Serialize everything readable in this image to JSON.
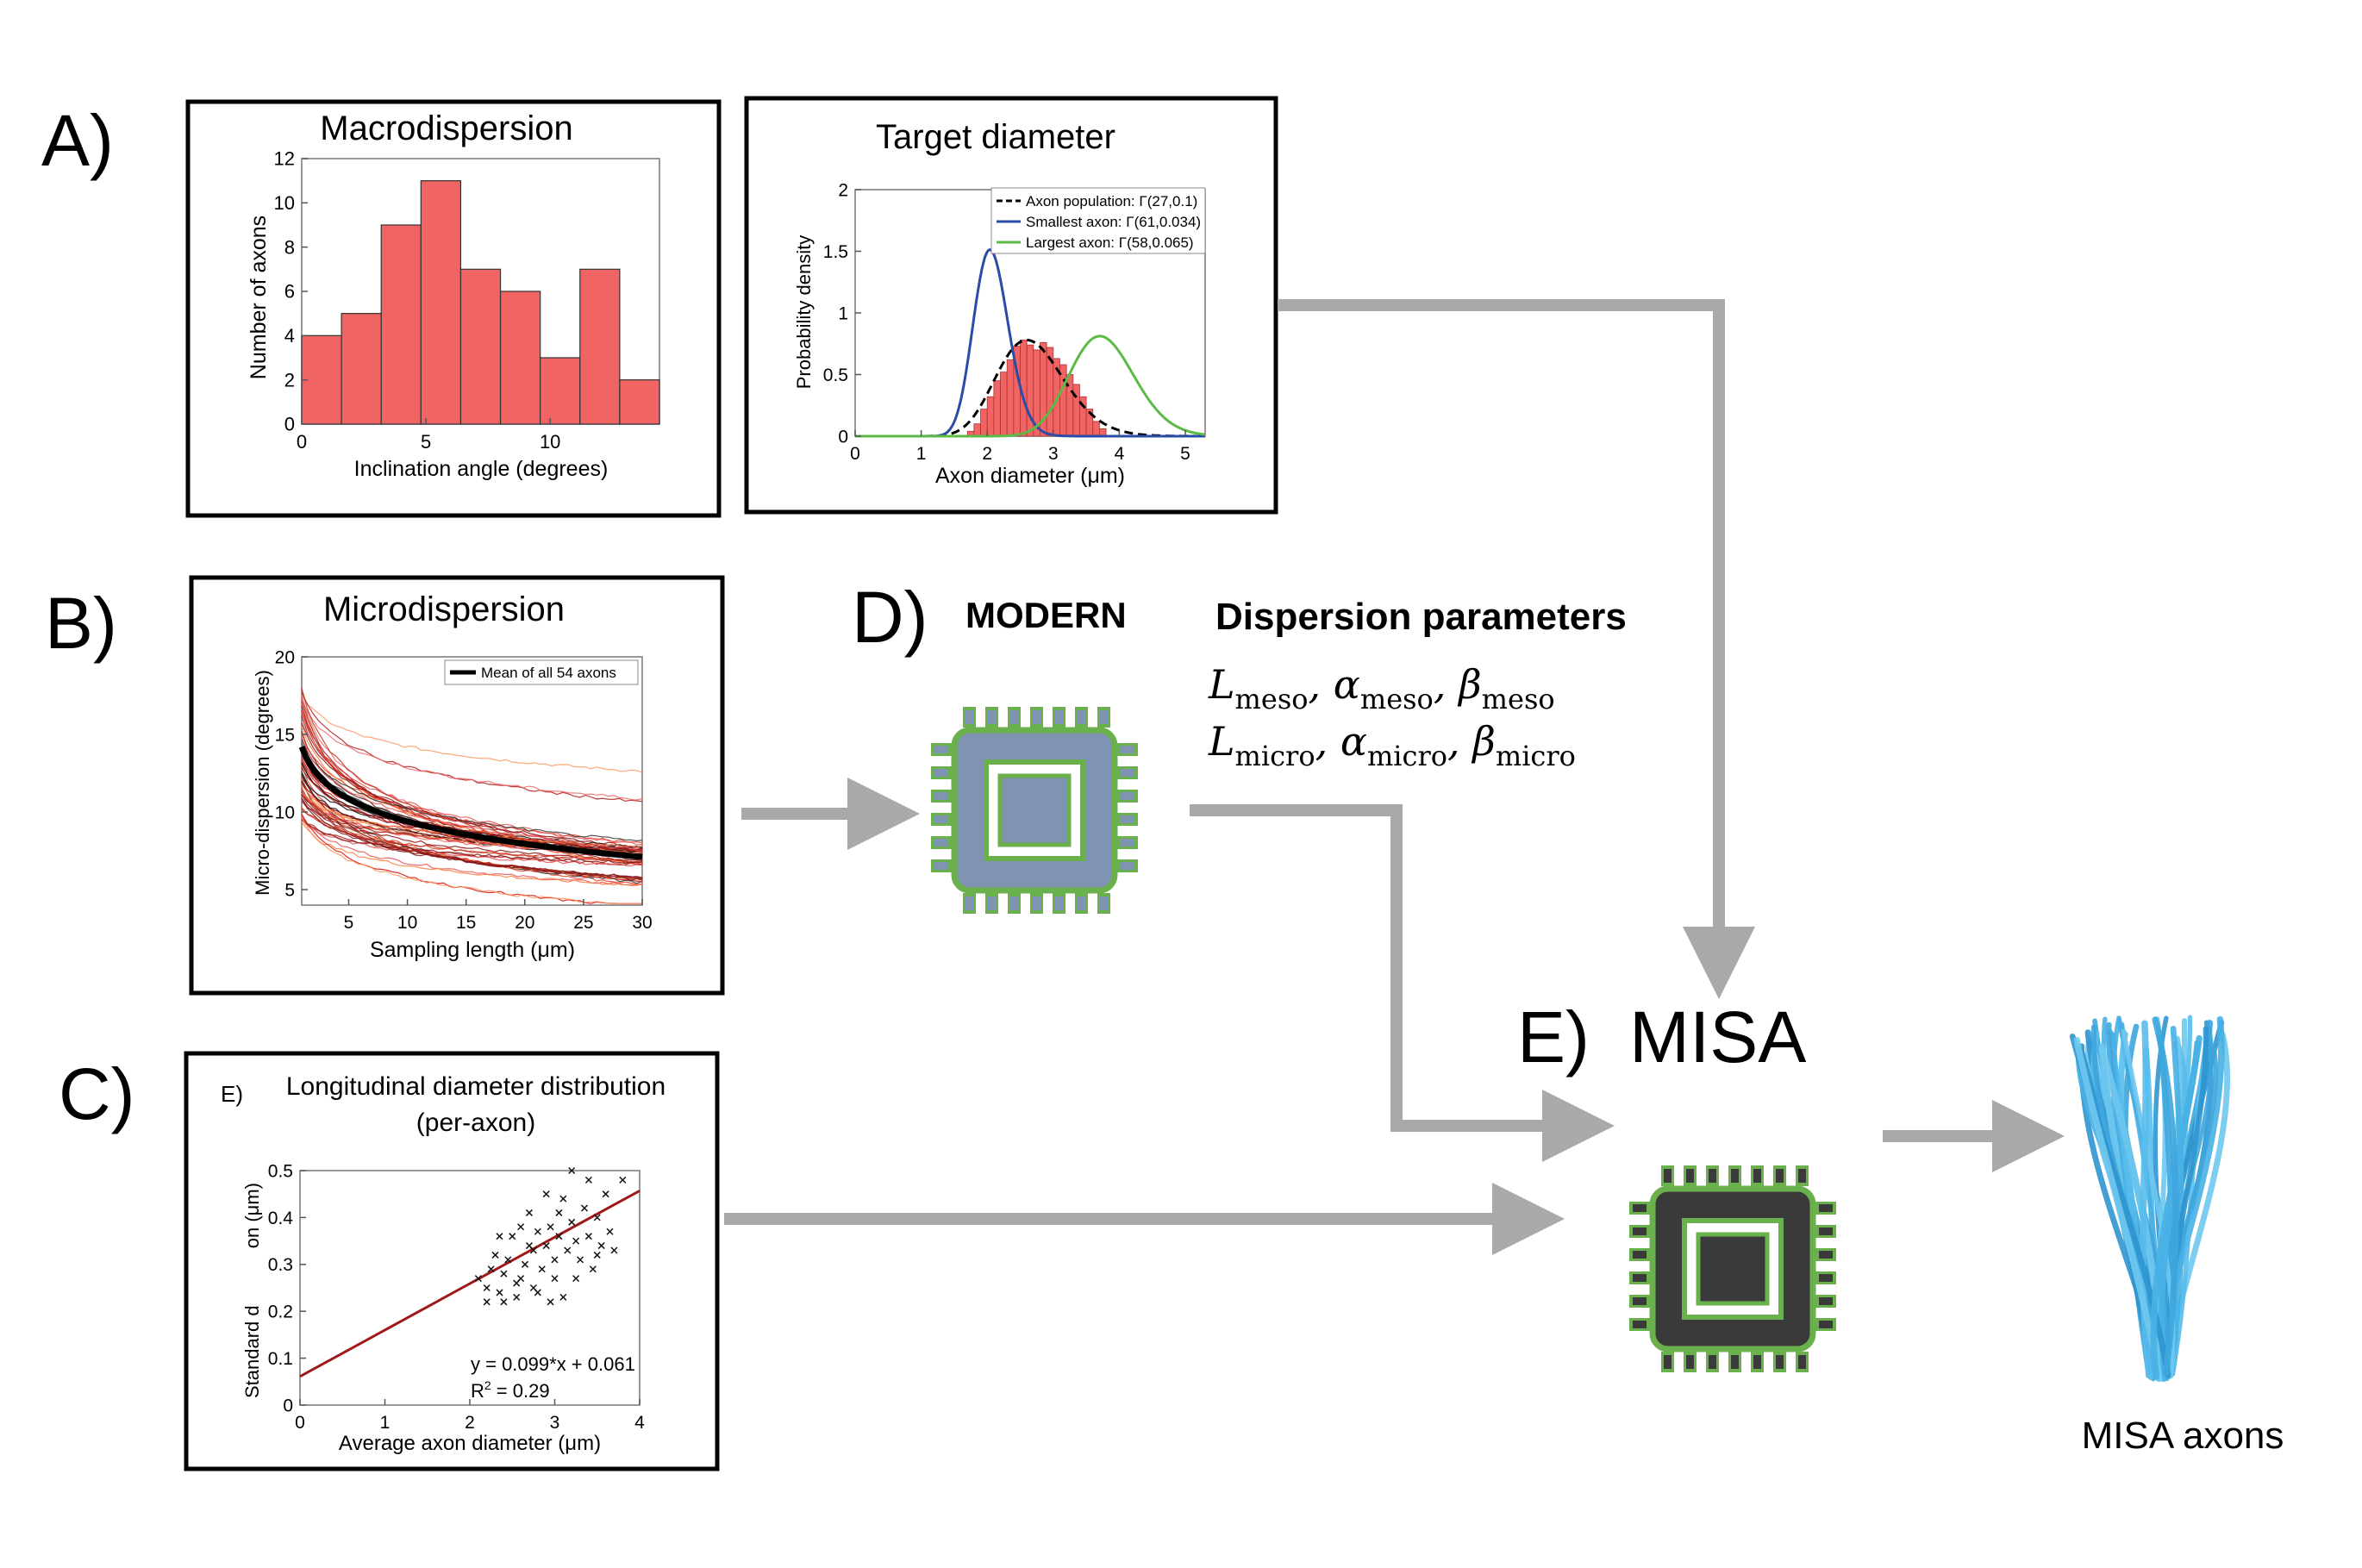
{
  "labels": {
    "A": "A)",
    "B": "B)",
    "C": "C)",
    "D": "D)",
    "E": "E)",
    "modern": "MODERN",
    "misa": "MISA",
    "dispersion_title": "Dispersion parameters",
    "misa_axons": "MISA axons",
    "c_sublabel": "E)"
  },
  "dispersion_params": {
    "line1": {
      "L": "L",
      "Lsub": "meso",
      "a": "α",
      "asub": "meso",
      "b": "β",
      "bsub": "meso"
    },
    "line2": {
      "L": "L",
      "Lsub": "micro",
      "a": "α",
      "asub": "micro",
      "b": "β",
      "bsub": "micro"
    }
  },
  "colors": {
    "bar_fill": "#f06464",
    "blue": "#2b4ba8",
    "green": "#5cba47",
    "chip_blue": "#7f93b2",
    "chip_dark": "#3a3a3a",
    "chip_green": "#6ab04c",
    "arrow_gray": "#a9a9a9",
    "axon_blue": "#4ab2e4",
    "trend_red": "#a01818"
  },
  "chart_data": [
    {
      "id": "macro",
      "type": "bar",
      "title": "Macrodispersion",
      "xlabel": "Inclination angle (degrees)",
      "ylabel": "Number of axons",
      "bin_edges": [
        0,
        1.6,
        3.2,
        4.8,
        6.4,
        8.0,
        9.6,
        11.2,
        12.8,
        14.4
      ],
      "values": [
        4,
        5,
        9,
        11,
        7,
        6,
        3,
        7,
        2
      ],
      "xlim": [
        0,
        14.4
      ],
      "ylim": [
        0,
        12
      ],
      "xticks": [
        "0",
        "5",
        "10"
      ],
      "xtick_values": [
        0,
        5,
        10
      ],
      "yticks": [
        "0",
        "2",
        "4",
        "6",
        "8",
        "10",
        "12"
      ],
      "ytick_values": [
        0,
        2,
        4,
        6,
        8,
        10,
        12
      ]
    },
    {
      "id": "target",
      "type": "line",
      "title": "Target diameter",
      "xlabel": "Axon diameter (μm)",
      "ylabel": "Probability density",
      "xlim": [
        0,
        5.3
      ],
      "ylim": [
        0,
        2
      ],
      "xticks": [
        "0",
        "1",
        "2",
        "3",
        "4",
        "5"
      ],
      "xtick_values": [
        0,
        1,
        2,
        3,
        4,
        5
      ],
      "yticks": [
        "0",
        "0.5",
        "1",
        "1.5",
        "2"
      ],
      "ytick_values": [
        0,
        0.5,
        1,
        1.5,
        2
      ],
      "legend": [
        "Axon population: Γ(27,0.1)",
        "Smallest axon: Γ(61,0.034)",
        "Largest axon: Γ(58,0.065)"
      ],
      "series": [
        {
          "name": "Axon population: Γ(27,0.1)",
          "k": 27,
          "theta": 0.1,
          "style": "dashed",
          "color": "#000000"
        },
        {
          "name": "Smallest axon: Γ(61,0.034)",
          "k": 61,
          "theta": 0.034,
          "style": "solid",
          "color": "#2b4ba8"
        },
        {
          "name": "Largest axon: Γ(58,0.065)",
          "k": 58,
          "theta": 0.065,
          "style": "solid",
          "color": "#5cba47"
        }
      ],
      "histogram": {
        "bin_width": 0.1,
        "bins_start": 1.7,
        "values": [
          0.04,
          0.1,
          0.22,
          0.32,
          0.45,
          0.52,
          0.62,
          0.73,
          0.78,
          0.74,
          0.7,
          0.76,
          0.72,
          0.63,
          0.58,
          0.5,
          0.42,
          0.32,
          0.22,
          0.12,
          0.06
        ]
      }
    },
    {
      "id": "micro",
      "type": "line",
      "title": "Microdispersion",
      "xlabel": "Sampling length (μm)",
      "ylabel": "Micro-dispersion (degrees)",
      "xlim": [
        1,
        30
      ],
      "ylim": [
        4,
        20
      ],
      "xticks": [
        "5",
        "10",
        "15",
        "20",
        "25",
        "30"
      ],
      "xtick_values": [
        5,
        10,
        15,
        20,
        25,
        30
      ],
      "yticks": [
        "5",
        "10",
        "15",
        "20"
      ],
      "ytick_values": [
        5,
        10,
        15,
        20
      ],
      "legend": [
        "Mean of all 54 axons"
      ],
      "mean_curve": {
        "start": 14.2,
        "end": 7.1
      }
    },
    {
      "id": "longitudinal",
      "type": "scatter",
      "title": "Longitudinal diameter distribution",
      "subtitle": "(per-axon)",
      "xlabel": "Average axon diameter (μm)",
      "ylabel": "Standard d",
      "ylabel_visible_end": "on (μm)",
      "xlim": [
        0,
        4
      ],
      "ylim": [
        0,
        0.5
      ],
      "xticks": [
        "0",
        "1",
        "2",
        "3",
        "4"
      ],
      "xtick_values": [
        0,
        1,
        2,
        3,
        4
      ],
      "yticks": [
        "0",
        "0.1",
        "0.2",
        "0.3",
        "0.4",
        "0.5"
      ],
      "ytick_values": [
        0,
        0.1,
        0.2,
        0.3,
        0.4,
        0.5
      ],
      "fit": {
        "slope": 0.099,
        "intercept": 0.061
      },
      "annotation_eq": "y = 0.099*x + 0.061",
      "annotation_r2": "R",
      "annotation_r2_sup": "2",
      "annotation_r2_val": " = 0.29",
      "points": [
        [
          2.1,
          0.27
        ],
        [
          2.2,
          0.25
        ],
        [
          2.25,
          0.29
        ],
        [
          2.3,
          0.32
        ],
        [
          2.35,
          0.24
        ],
        [
          2.4,
          0.22
        ],
        [
          2.4,
          0.28
        ],
        [
          2.45,
          0.31
        ],
        [
          2.5,
          0.36
        ],
        [
          2.55,
          0.23
        ],
        [
          2.6,
          0.27
        ],
        [
          2.6,
          0.38
        ],
        [
          2.65,
          0.3
        ],
        [
          2.7,
          0.34
        ],
        [
          2.7,
          0.41
        ],
        [
          2.75,
          0.33
        ],
        [
          2.8,
          0.24
        ],
        [
          2.8,
          0.37
        ],
        [
          2.85,
          0.29
        ],
        [
          2.9,
          0.34
        ],
        [
          2.9,
          0.45
        ],
        [
          2.95,
          0.38
        ],
        [
          3.0,
          0.31
        ],
        [
          3.0,
          0.27
        ],
        [
          3.05,
          0.36
        ],
        [
          3.1,
          0.44
        ],
        [
          3.1,
          0.23
        ],
        [
          3.15,
          0.33
        ],
        [
          3.2,
          0.5
        ],
        [
          3.2,
          0.39
        ],
        [
          3.25,
          0.35
        ],
        [
          3.3,
          0.31
        ],
        [
          3.35,
          0.42
        ],
        [
          3.4,
          0.48
        ],
        [
          3.4,
          0.36
        ],
        [
          3.45,
          0.29
        ],
        [
          3.5,
          0.4
        ],
        [
          3.55,
          0.34
        ],
        [
          3.6,
          0.45
        ],
        [
          3.65,
          0.37
        ],
        [
          3.7,
          0.33
        ],
        [
          3.8,
          0.48
        ],
        [
          2.35,
          0.36
        ],
        [
          2.55,
          0.26
        ],
        [
          2.75,
          0.25
        ],
        [
          3.05,
          0.41
        ],
        [
          2.95,
          0.22
        ],
        [
          3.25,
          0.27
        ],
        [
          2.2,
          0.22
        ],
        [
          3.5,
          0.32
        ]
      ]
    }
  ]
}
